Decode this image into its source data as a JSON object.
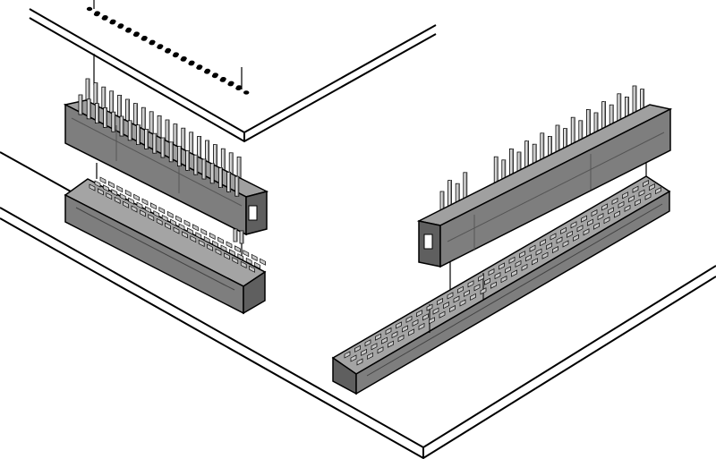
{
  "figure": {
    "caption": "",
    "labels": []
  },
  "colors": {
    "background": "#ffffff",
    "outline": "#000000",
    "body_top": "#9a9a9a",
    "body_front": "#7c7c7c",
    "body_side": "#5e5e5e",
    "pin_light": "#dcdcdc",
    "pin_shade": "#8a8a8a",
    "hole": "#000000"
  },
  "components": [
    {
      "name": "upper-board",
      "kind": "printed circuit board with drilled hole pattern"
    },
    {
      "name": "lower-board",
      "kind": "printed circuit board"
    },
    {
      "name": "left-male-header",
      "kind": "two-row pin header"
    },
    {
      "name": "left-female-socket",
      "kind": "two-row receptacle"
    },
    {
      "name": "right-male-header",
      "kind": "two-row pin header"
    },
    {
      "name": "right-female-socket",
      "kind": "two-row receptacle"
    }
  ]
}
